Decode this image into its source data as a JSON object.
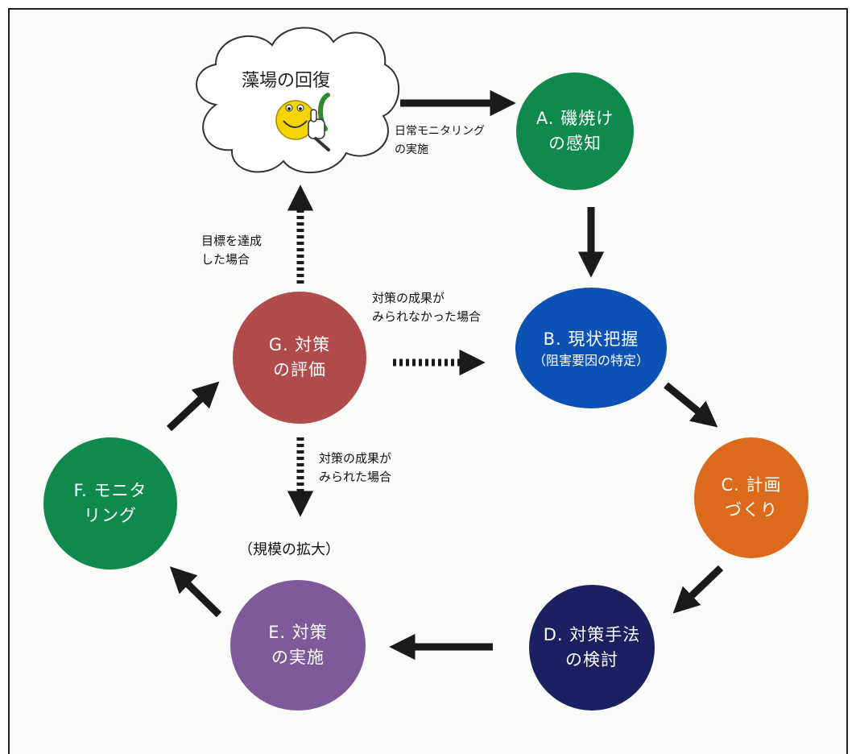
{
  "goal": {
    "title": "藻場の回復"
  },
  "nodes": {
    "A": {
      "line1": "A. 磯焼け",
      "line2": "の感知",
      "color": "#0f8a4c"
    },
    "B": {
      "line1": "B. 現状把握",
      "line2": "（阻害要因の特定）",
      "color": "#0c52b4"
    },
    "C": {
      "line1": "C. 計画",
      "line2": "づくり",
      "color": "#dc6a1c"
    },
    "D": {
      "line1": "D. 対策手法",
      "line2": "の検討",
      "color": "#1b2160"
    },
    "E": {
      "line1": "E. 対策",
      "line2": "の実施",
      "color": "#7e5a9b"
    },
    "F": {
      "line1": "F. モニタ",
      "line2": "リング",
      "color": "#0f8a4c"
    },
    "G": {
      "line1": "G. 対策",
      "line2": "の評価",
      "color": "#b14b4b"
    }
  },
  "labels": {
    "monitoring": [
      "日常モニタリング",
      "の実施"
    ],
    "achieved": [
      "目標を達成",
      "した場合"
    ],
    "not_seen": [
      "対策の成果が",
      "みられなかった場合"
    ],
    "seen": [
      "対策の成果が",
      "みられた場合"
    ],
    "scale": "（規模の拡大）"
  }
}
